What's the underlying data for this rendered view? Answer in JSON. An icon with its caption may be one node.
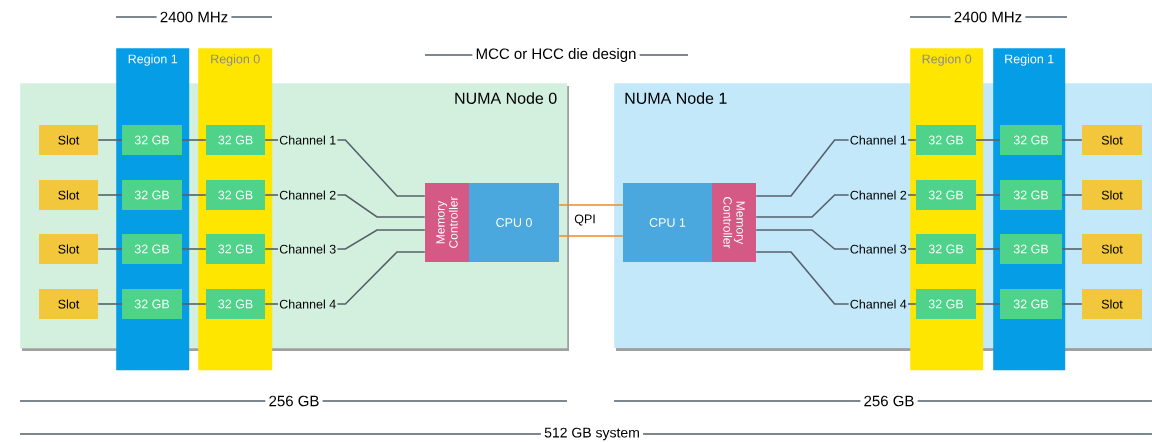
{
  "diagram": {
    "nodes": [
      {
        "text": [
          "NUMA Node 0"
        ]
      },
      {
        "text": [
          "Region 1"
        ]
      },
      {
        "text": [
          "Region 0"
        ]
      },
      {
        "text": [
          "NUMA Node 1"
        ]
      },
      {
        "text": [
          "Region 0"
        ]
      },
      {
        "text": [
          "Region 1"
        ]
      },
      {
        "text": [
          "Slot"
        ],
        "in": 0
      },
      {
        "text": [
          "32 GB"
        ],
        "in": 1
      },
      {
        "text": [
          "32 GB"
        ],
        "in": 2
      },
      {
        "text": [
          "Channel 1"
        ],
        "in": 0
      },
      {
        "text": [
          "Slot"
        ],
        "in": 0
      },
      {
        "text": [
          "32 GB"
        ],
        "in": 1
      },
      {
        "text": [
          "32 GB"
        ],
        "in": 2
      },
      {
        "text": [
          "Channel 2"
        ],
        "in": 0
      },
      {
        "text": [
          "Slot"
        ],
        "in": 0
      },
      {
        "text": [
          "32 GB"
        ],
        "in": 1
      },
      {
        "text": [
          "32 GB"
        ],
        "in": 2
      },
      {
        "text": [
          "Channel 3"
        ],
        "in": 0
      },
      {
        "text": [
          "Slot"
        ],
        "in": 0
      },
      {
        "text": [
          "32 GB"
        ],
        "in": 1
      },
      {
        "text": [
          "32 GB"
        ],
        "in": 2
      },
      {
        "text": [
          "Channel 4"
        ],
        "in": 0
      },
      {
        "text": [
          "Memory Controller"
        ],
        "in": 0
      },
      {
        "text": [
          "CPU 0"
        ],
        "in": 0
      },
      {
        "text": [
          "CPU 1"
        ],
        "in": 3
      },
      {
        "text": [
          "Memory Controller"
        ],
        "in": 3
      },
      {
        "text": [
          "Channel 1"
        ],
        "in": 3
      },
      {
        "text": [
          "32 GB"
        ],
        "in": 4
      },
      {
        "text": [
          "32 GB"
        ],
        "in": 5
      },
      {
        "text": [
          "Slot"
        ],
        "in": 3
      },
      {
        "text": [
          "Channel 2"
        ],
        "in": 3
      },
      {
        "text": [
          "32 GB"
        ],
        "in": 4
      },
      {
        "text": [
          "32 GB"
        ],
        "in": 5
      },
      {
        "text": [
          "Slot"
        ],
        "in": 3
      },
      {
        "text": [
          "Channel 3"
        ],
        "in": 3
      },
      {
        "text": [
          "32 GB"
        ],
        "in": 4
      },
      {
        "text": [
          "32 GB"
        ],
        "in": 5
      },
      {
        "text": [
          "Slot"
        ],
        "in": 3
      },
      {
        "text": [
          "Channel 4"
        ],
        "in": 3
      },
      {
        "text": [
          "32 GB"
        ],
        "in": 4
      },
      {
        "text": [
          "32 GB"
        ],
        "in": 5
      },
      {
        "text": [
          "Slot"
        ],
        "in": 3
      }
    ],
    "edges": [
      {
        "from": 6,
        "to": 7,
        "arrow": "none"
      },
      {
        "from": 7,
        "to": 8,
        "arrow": "none"
      },
      {
        "from": 8,
        "to": 9,
        "arrow": "none"
      },
      {
        "from": 9,
        "to": 22,
        "arrow": "none"
      },
      {
        "from": 10,
        "to": 11,
        "arrow": "none"
      },
      {
        "from": 11,
        "to": 12,
        "arrow": "none"
      },
      {
        "from": 12,
        "to": 13,
        "arrow": "none"
      },
      {
        "from": 13,
        "to": 22,
        "arrow": "none"
      },
      {
        "from": 14,
        "to": 15,
        "arrow": "none"
      },
      {
        "from": 15,
        "to": 16,
        "arrow": "none"
      },
      {
        "from": 16,
        "to": 17,
        "arrow": "none"
      },
      {
        "from": 17,
        "to": 22,
        "arrow": "none"
      },
      {
        "from": 18,
        "to": 19,
        "arrow": "none"
      },
      {
        "from": 19,
        "to": 20,
        "arrow": "none"
      },
      {
        "from": 20,
        "to": 21,
        "arrow": "none"
      },
      {
        "from": 21,
        "to": 22,
        "arrow": "none"
      },
      {
        "from": 26,
        "to": 25,
        "arrow": "none"
      },
      {
        "from": 26,
        "to": 27,
        "arrow": "none"
      },
      {
        "from": 27,
        "to": 28,
        "arrow": "none"
      },
      {
        "from": 28,
        "to": 29,
        "arrow": "none"
      },
      {
        "from": 30,
        "to": 25,
        "arrow": "none"
      },
      {
        "from": 30,
        "to": 31,
        "arrow": "none"
      },
      {
        "from": 31,
        "to": 32,
        "arrow": "none"
      },
      {
        "from": 32,
        "to": 33,
        "arrow": "none"
      },
      {
        "from": 34,
        "to": 25,
        "arrow": "none"
      },
      {
        "from": 34,
        "to": 35,
        "arrow": "none"
      },
      {
        "from": 35,
        "to": 36,
        "arrow": "none"
      },
      {
        "from": 36,
        "to": 37,
        "arrow": "none"
      },
      {
        "from": 38,
        "to": 25,
        "arrow": "none"
      },
      {
        "from": 38,
        "to": 39,
        "arrow": "none"
      },
      {
        "from": 39,
        "to": 40,
        "arrow": "none"
      },
      {
        "from": 40,
        "to": 41,
        "arrow": "none"
      },
      {
        "from": 23,
        "to": 24,
        "arrow": "none",
        "color": "#f28a1e"
      },
      {
        "from": 23,
        "to": 24,
        "arrow": "none",
        "color": "#f28a1e"
      }
    ],
    "labels": [
      "2400 MHz",
      "2400 MHz",
      "MCC or HCC die design",
      "QPI",
      "256 GB",
      "256 GB",
      "512 GB system"
    ]
  }
}
